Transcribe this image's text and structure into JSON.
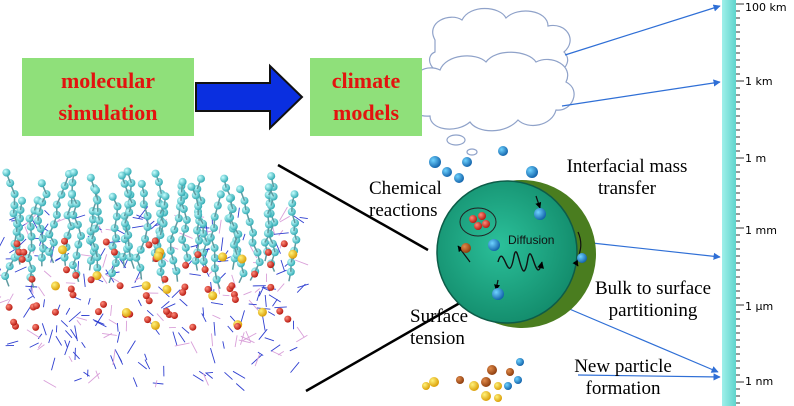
{
  "boxes": {
    "left": "molecular simulation",
    "right": "climate models"
  },
  "labels": {
    "chemical": "Chemical reactions",
    "interfacial": "Interfacial mass transfer",
    "diffusion": "Diffusion",
    "bulk": "Bulk to surface partitioning",
    "surface": "Surface tension",
    "newparticle": "New particle formation"
  },
  "scale": {
    "ticks": [
      "100 km",
      "1 km",
      "1 m",
      "1 mm",
      "1 µm",
      "1 nm"
    ]
  },
  "colors": {
    "box_fill": "#8fe07a",
    "box_text": "#e3130f",
    "arrow": "#0a2fe0",
    "droplet": "#1a9b7a",
    "droplet_shadow": "#4a7d1f",
    "ruler": "#7ee8e2",
    "blue_arrows": "#2f6fd6"
  }
}
